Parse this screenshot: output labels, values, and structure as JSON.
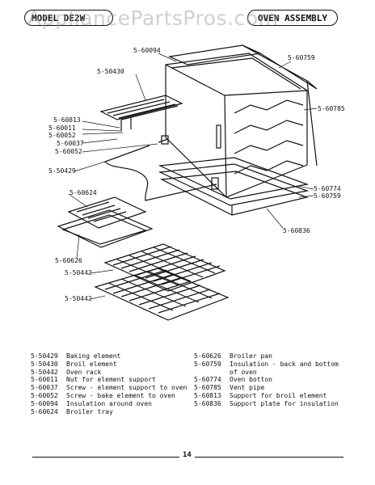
{
  "header": {
    "model": "MODEL  DE2W",
    "title": "OVEN ASSEMBLY",
    "watermark": "AppliancePartsPros.com"
  },
  "labels": {
    "l60094": "5-60094",
    "l60759a": "5-60759",
    "l50430": "5-50430",
    "l60785": "5-60785",
    "l60813": "5-60813",
    "l60011": "5-60011",
    "l60052a": "5-60052",
    "l60037": "5-60037",
    "l60052b": "5-60052",
    "l50429": "5-50429",
    "l60624": "5-60624",
    "l60774": "5-60774",
    "l60759b": "5-60759",
    "l60836": "5-60836",
    "l60626": "5-60626",
    "l50442a": "5-50442",
    "l50442b": "5-50442"
  },
  "parts_left": [
    {
      "num": "5-50429",
      "desc": "Baking element"
    },
    {
      "num": "5-50430",
      "desc": "Broil element"
    },
    {
      "num": "5-50442",
      "desc": "Oven rack"
    },
    {
      "num": "5-60011",
      "desc": "Nut for element support"
    },
    {
      "num": "5-60037",
      "desc": "Screw - element support to oven"
    },
    {
      "num": "5-60052",
      "desc": "Screw - bake element to oven"
    },
    {
      "num": "5-60094",
      "desc": "Insulation around oven"
    },
    {
      "num": "5-60624",
      "desc": "Broiler tray"
    }
  ],
  "parts_right": [
    {
      "num": "5-60626",
      "desc": "Broiler pan"
    },
    {
      "num": "5-60759",
      "desc": "Insulation - back and bottom of oven"
    },
    {
      "num": "5-60774",
      "desc": "Oven botton"
    },
    {
      "num": "5-60785",
      "desc": "Vent pipe"
    },
    {
      "num": "5-60813",
      "desc": "Support for broil element"
    },
    {
      "num": "5-60836",
      "desc": "Support plate for insulation"
    }
  ],
  "footer": {
    "page": "14"
  }
}
